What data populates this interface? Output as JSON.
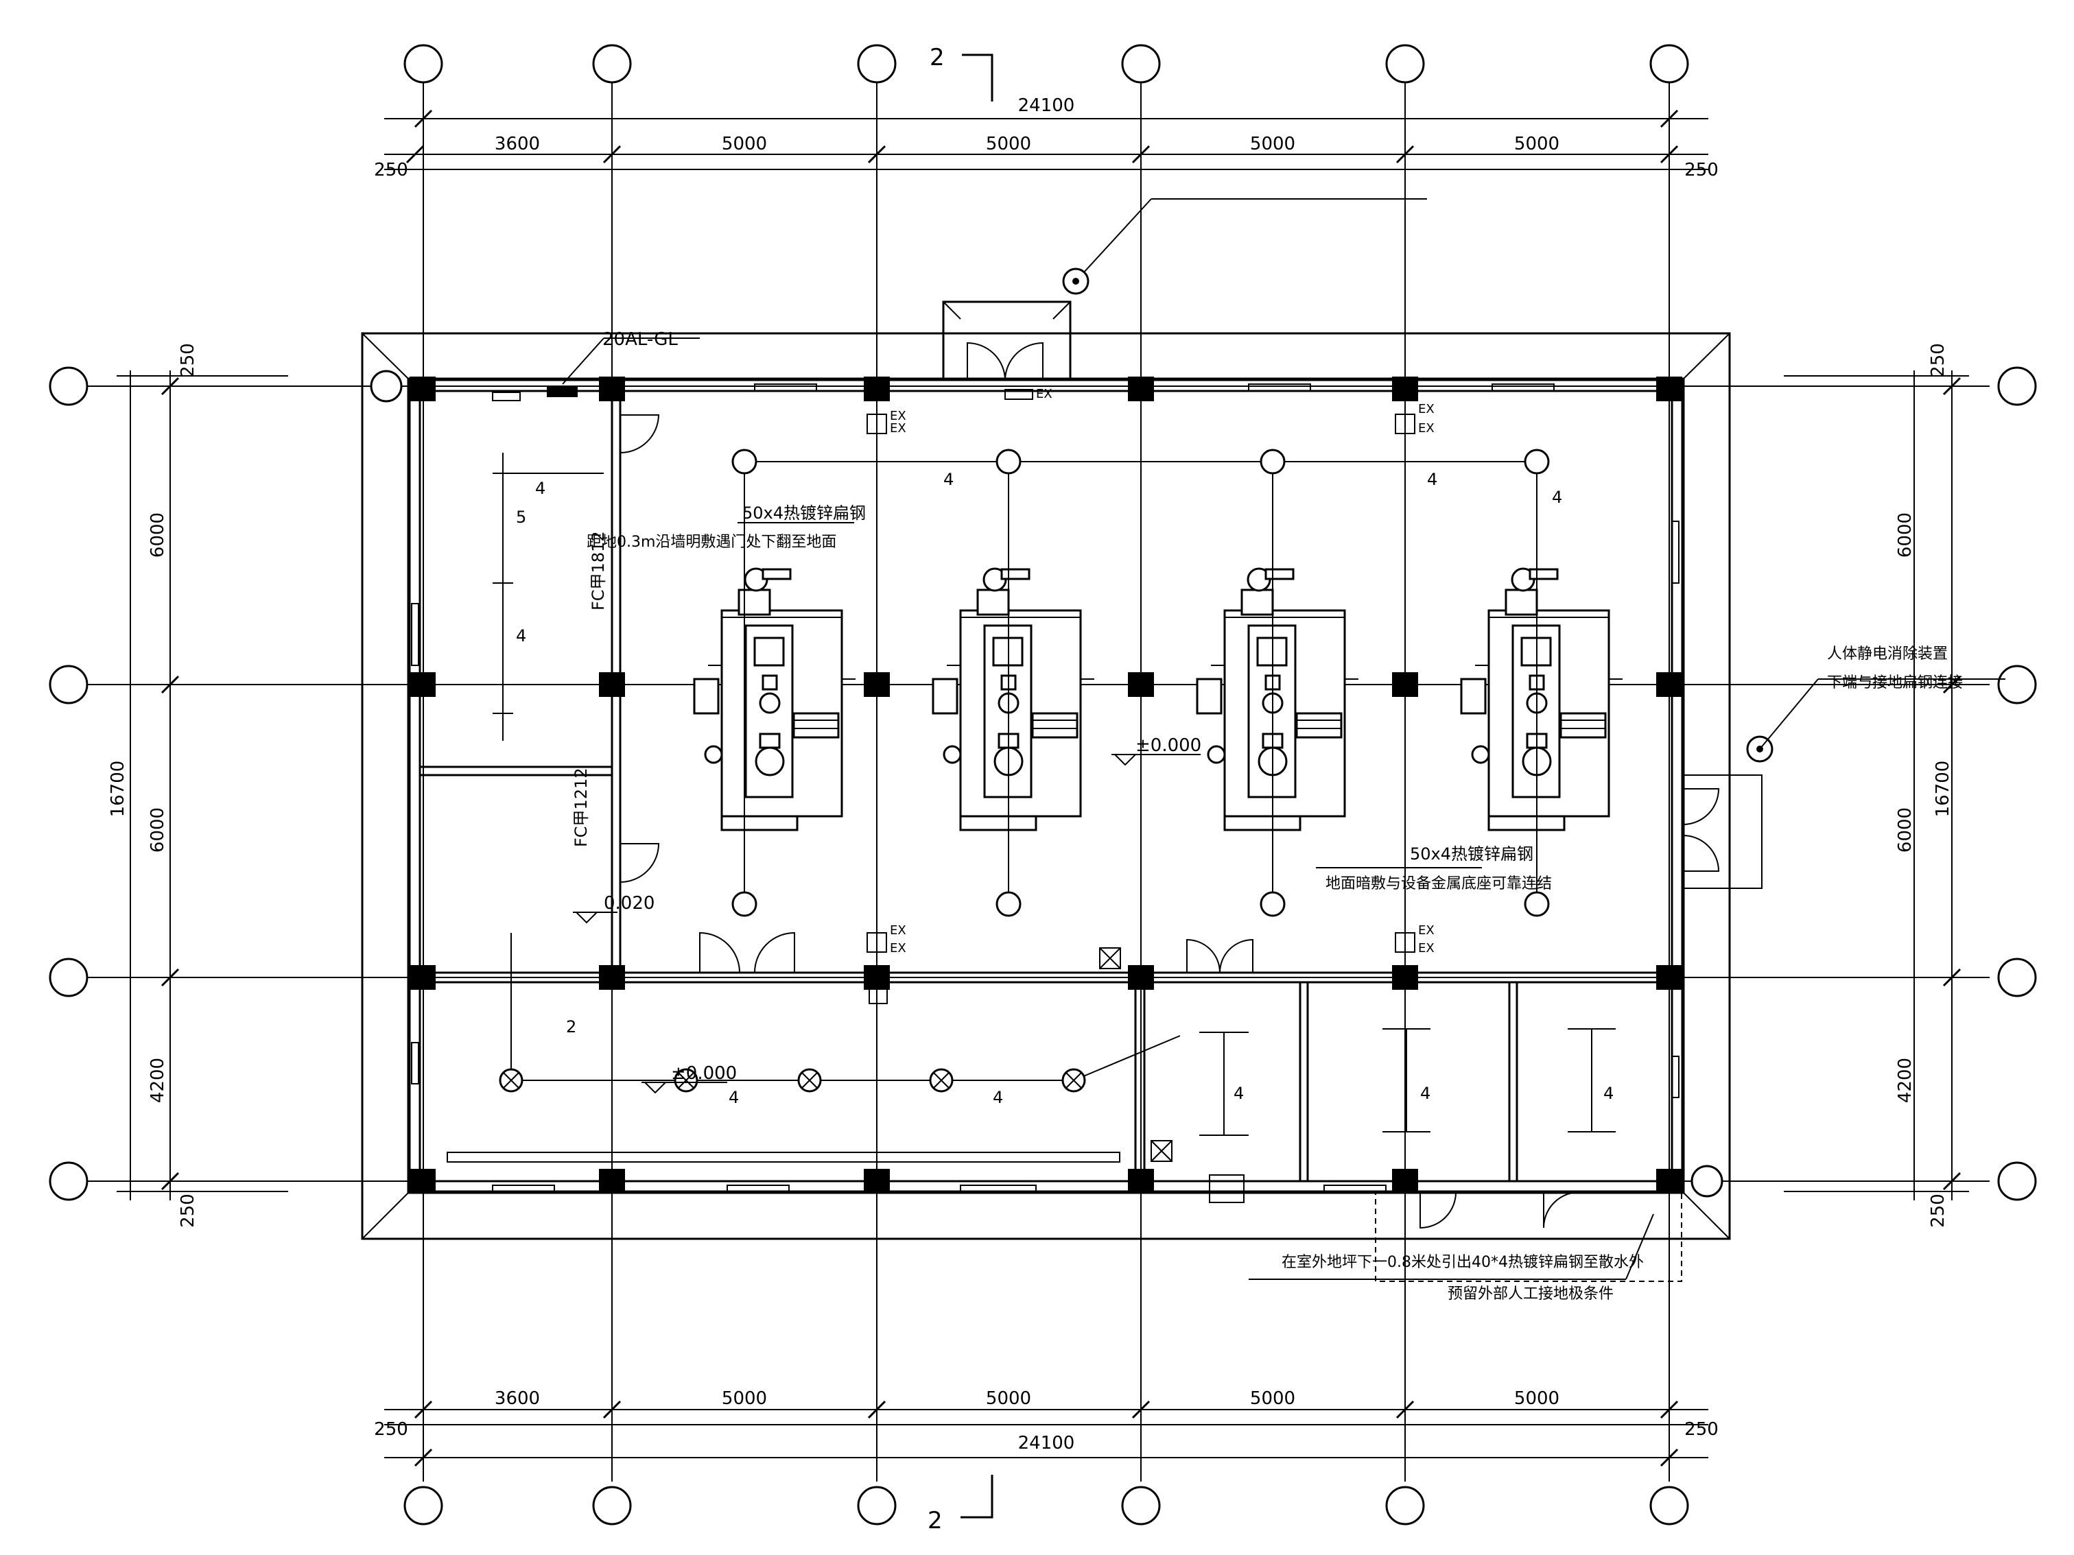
{
  "dimensions": {
    "top_total": "24100",
    "bottom_total": "24100",
    "top_spans": [
      "3600",
      "5000",
      "5000",
      "5000",
      "5000"
    ],
    "bottom_spans": [
      "3600",
      "5000",
      "5000",
      "5000",
      "5000"
    ],
    "top_edge_left": "250",
    "top_edge_right": "250",
    "bottom_edge_left": "250",
    "bottom_edge_right": "250",
    "left_total": "16700",
    "right_total": "16700",
    "left_spans": [
      "6000",
      "6000",
      "4200"
    ],
    "right_spans": [
      "6000",
      "6000",
      "4200"
    ],
    "left_top_edge": "250",
    "left_bottom_edge": "250",
    "right_top_edge": "250",
    "right_bottom_edge": "250"
  },
  "section_marks": {
    "top": "2",
    "bottom": "2"
  },
  "panel_label": "20AL-GL",
  "door_labels": {
    "fc1812": "FC甲1812",
    "fc1212": "FC甲1212"
  },
  "elevations": {
    "boiler_room": "±0.000",
    "small_room": "0.020",
    "lower_room": "±0.000"
  },
  "wire_counts": {
    "four": "4",
    "five": "5",
    "two": "2"
  },
  "ex_mark": "EX",
  "notes": {
    "strip_top": "50x4热镀锌扁钢",
    "strip_top_detail": "距地0.3m沿墙明敷遇门处下翻至地面",
    "strip_mid": "50x4热镀锌扁钢",
    "strip_mid_detail": "地面暗敷与设备金属底座可靠连结",
    "static_title": "人体静电消除装置",
    "static_detail": "下端与接地扁钢连接",
    "outdoor_1": "在室外地坪下一0.8米处引出40*4热镀锌扁钢至散水外",
    "outdoor_2": "预留外部人工接地极条件"
  }
}
